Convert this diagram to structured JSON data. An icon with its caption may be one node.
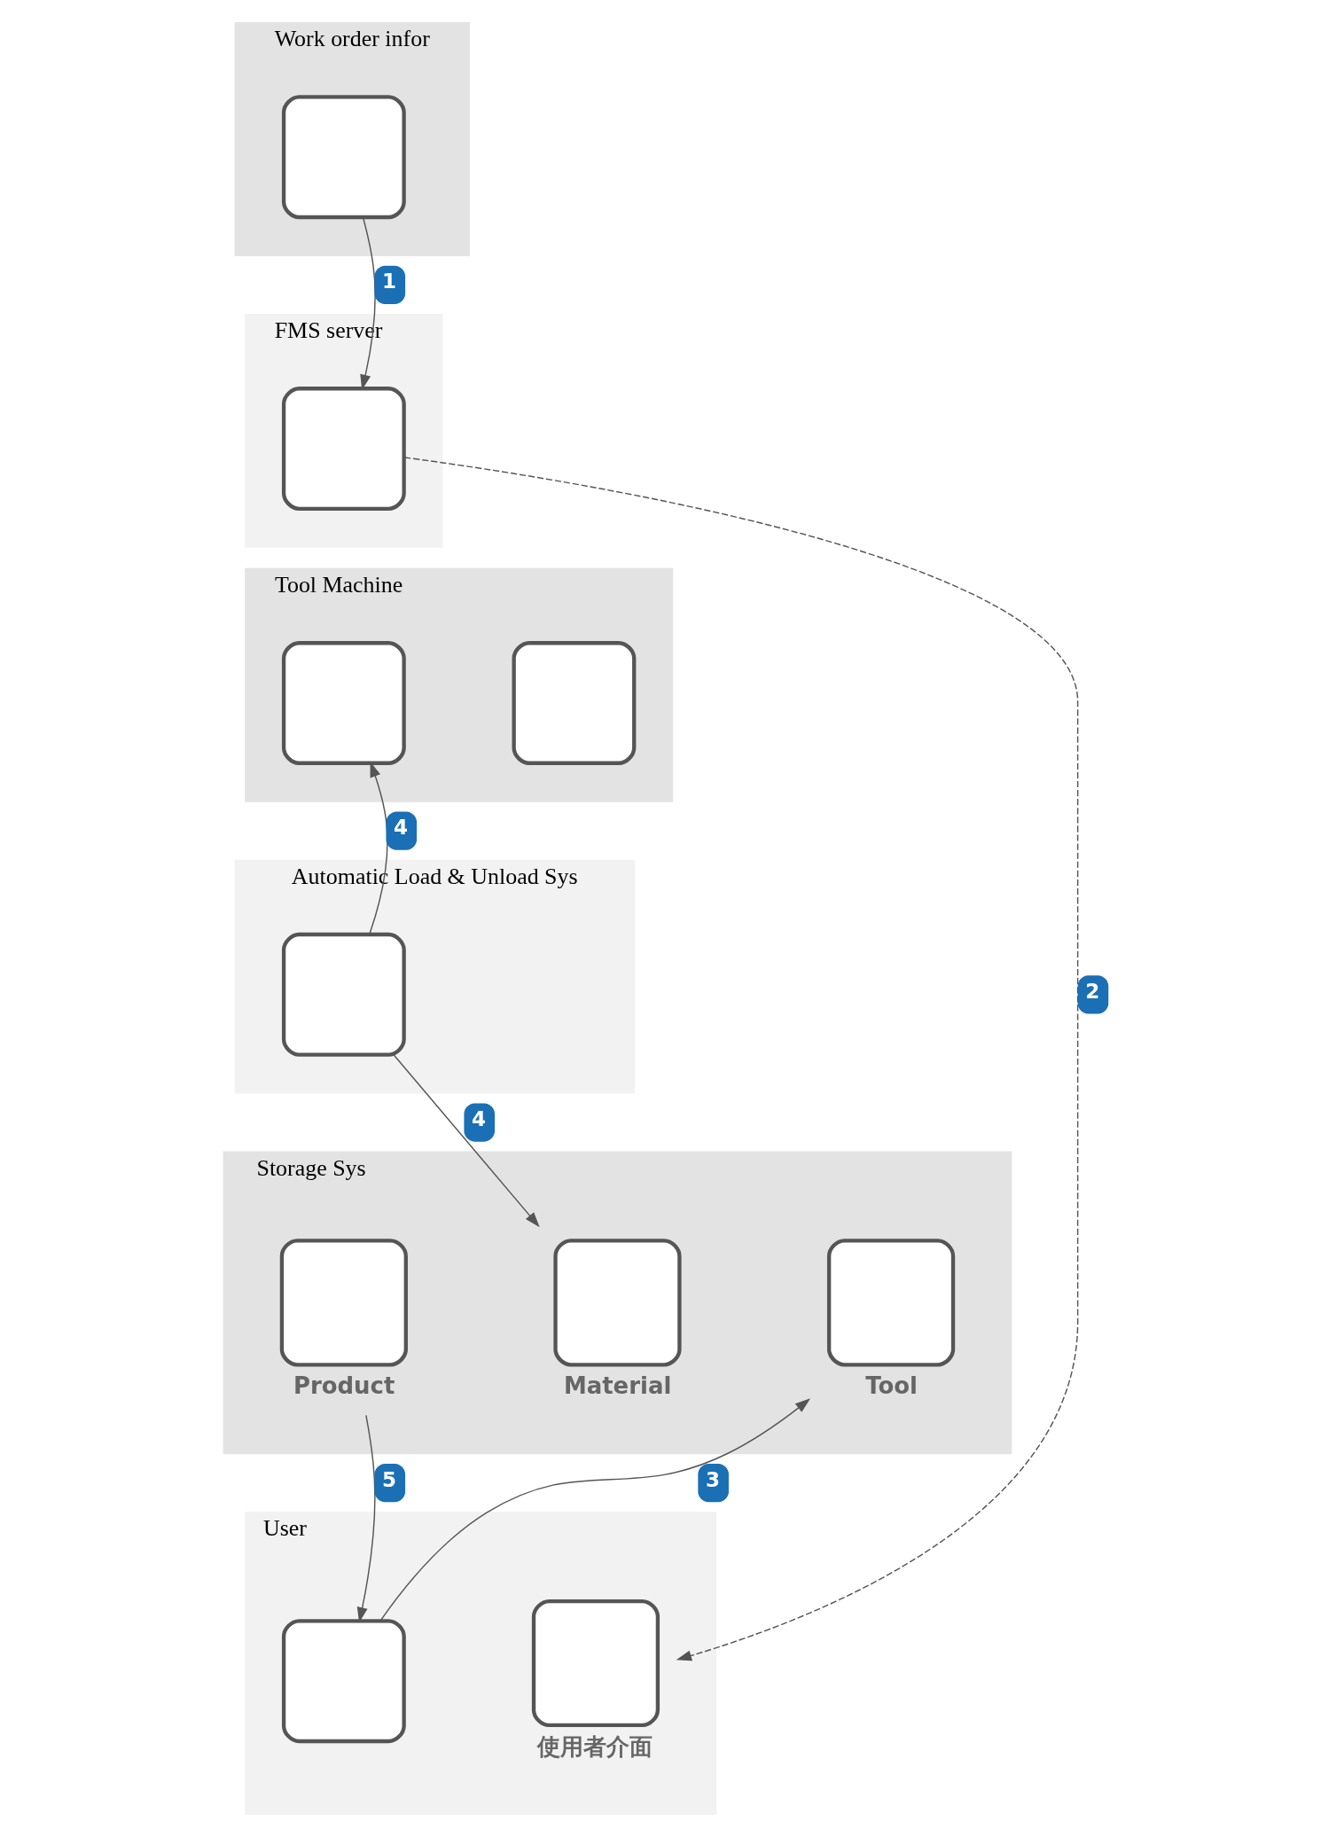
{
  "diagram": {
    "nodes": [
      {
        "text": [
          "Work order infor"
        ]
      },
      {
        "text": [],
        "shape": "box",
        "in": 0
      },
      {
        "text": [
          "FMS server"
        ]
      },
      {
        "text": [],
        "shape": "box",
        "in": 2
      },
      {
        "text": [
          "Tool Machine"
        ]
      },
      {
        "text": [],
        "shape": "box",
        "in": 4
      },
      {
        "text": [],
        "shape": "box",
        "in": 4
      },
      {
        "text": [
          "Automatic Load & Unload Sys"
        ]
      },
      {
        "text": [],
        "shape": "box",
        "in": 7
      },
      {
        "text": [
          "Storage Sys"
        ]
      },
      {
        "text": [],
        "shape": "box",
        "in": 9,
        "beside": [
          "Product"
        ]
      },
      {
        "text": [],
        "shape": "box",
        "in": 9,
        "beside": [
          "Material"
        ]
      },
      {
        "text": [],
        "shape": "box",
        "in": 9,
        "beside": [
          "Tool"
        ]
      },
      {
        "text": [
          "User"
        ]
      },
      {
        "text": [],
        "shape": "box",
        "in": 13
      },
      {
        "text": [],
        "shape": "box",
        "in": 13,
        "beside": [
          "使用者介面"
        ]
      }
    ],
    "edges": [
      {
        "from": 1,
        "to": 3,
        "arrow": "to",
        "label": "1"
      },
      {
        "from": 3,
        "to": 15,
        "arrow": "to",
        "label": "2",
        "style": "dashed"
      },
      {
        "from": 8,
        "to": 5,
        "arrow": "to",
        "label": "4"
      },
      {
        "from": 8,
        "to": 11,
        "arrow": "to",
        "label": "4"
      },
      {
        "from": 14,
        "to": 12,
        "arrow": "to",
        "label": "3"
      },
      {
        "from": 10,
        "to": 14,
        "arrow": "to",
        "label": "5"
      }
    ]
  }
}
